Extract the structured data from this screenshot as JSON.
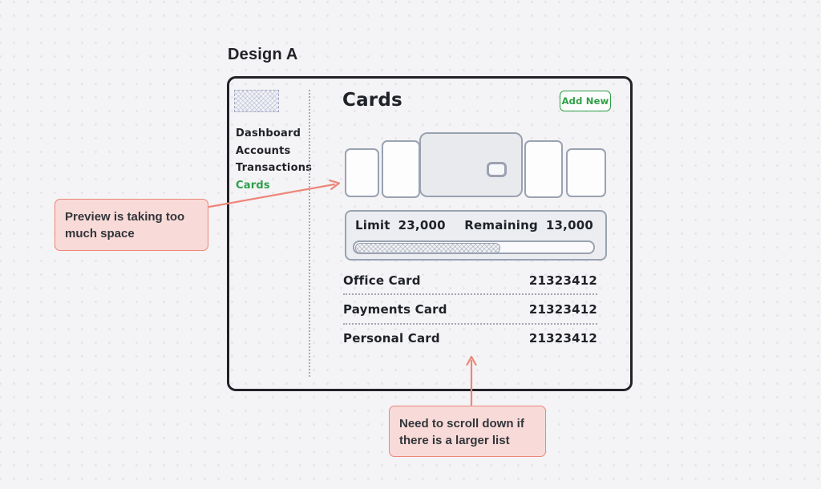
{
  "board": {
    "title": "Design A"
  },
  "colors": {
    "accent_green": "#2f9e44",
    "annotation_border": "#ed8678",
    "annotation_fill": "#f8dbd8",
    "wireframe_border": "#9aa2b1",
    "frame_border": "#212328",
    "nav_active_green": "#2e9e4c"
  },
  "mockup": {
    "sidebar": {
      "items": [
        {
          "label": "Dashboard",
          "active": false
        },
        {
          "label": "Accounts",
          "active": false
        },
        {
          "label": "Transactions",
          "active": false
        },
        {
          "label": "Cards",
          "active": true
        }
      ]
    },
    "header": {
      "title": "Cards",
      "add_button_label": "Add New"
    },
    "limit_panel": {
      "limit_label": "Limit",
      "limit_value": "23,000",
      "remaining_label": "Remaining",
      "remaining_value": "13,000",
      "progress_pct": 60
    },
    "card_list": [
      {
        "name": "Office Card",
        "number": "21323412"
      },
      {
        "name": "Payments Card",
        "number": "21323412"
      },
      {
        "name": "Personal Card",
        "number": "21323412"
      }
    ]
  },
  "annotations": {
    "preview": {
      "text": "Preview is taking too much space"
    },
    "scroll": {
      "text": "Need to scroll down if there is a larger list"
    }
  }
}
